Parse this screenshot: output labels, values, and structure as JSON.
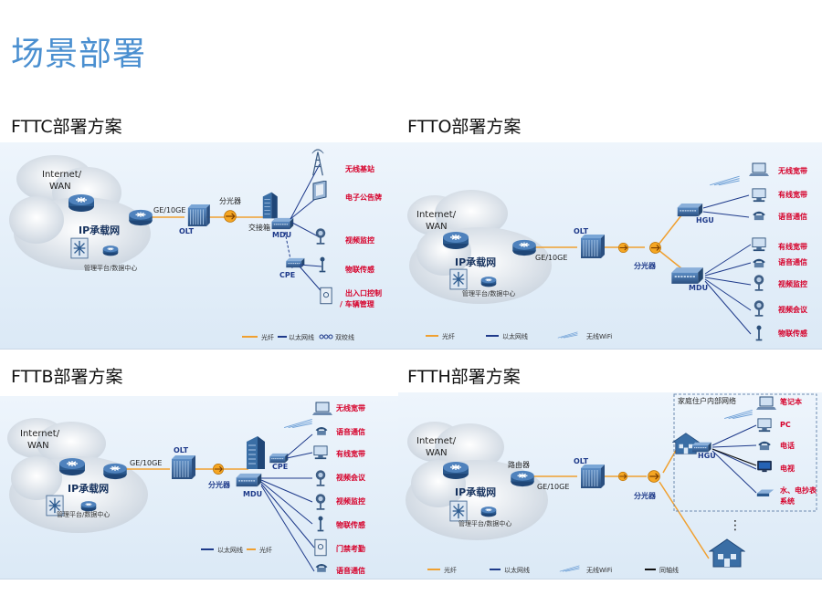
{
  "title": "场景部署",
  "colors": {
    "title": "#4a8fd0",
    "fiber": "#f0a030",
    "ethernet": "#1e3a8a",
    "label_red": "#d6002a",
    "router": "#2b5a8f",
    "device": "#3a6ea5"
  },
  "common": {
    "cloud_top": "Internet/",
    "cloud_bottom": "WAN",
    "ip_network": "IP承载网",
    "mgmt": "管理平台/数据中心",
    "olt": "OLT",
    "ge": "GE/10GE",
    "splitter": "分光器",
    "mdu": "MDU",
    "hgu": "HGU",
    "cpe": "CPE"
  },
  "fttc": {
    "title": "FTTC部署方案",
    "cabinet": "交接箱",
    "services": [
      "无线基站",
      "电子公告牌",
      "视频监控",
      "物联传感",
      "出入口控制",
      "/ 车辆管理"
    ],
    "legend": [
      "光纤",
      "以太网线",
      "双绞线"
    ]
  },
  "ftto": {
    "title": "FTTO部署方案",
    "services_top": [
      "无线宽带",
      "有线宽带",
      "语音通信"
    ],
    "services_bottom": [
      "有线宽带",
      "语音通信",
      "视频监控",
      "视频会议",
      "物联传感"
    ],
    "legend": [
      "光纤",
      "以太网线",
      "无线WiFi"
    ]
  },
  "fttb": {
    "title": "FTTB部署方案",
    "services": [
      "无线宽带",
      "语音通信",
      "有线宽带",
      "视频会议",
      "视频监控",
      "物联传感",
      "门禁考勤",
      "语音通信"
    ],
    "legend": [
      "以太网线",
      "光纤"
    ]
  },
  "ftth": {
    "title": "FTTH部署方案",
    "router": "路由器",
    "home_network": "家庭住户内部网络",
    "services": [
      "笔记本",
      "PC",
      "电话",
      "电视",
      "水、电抄表",
      "系统"
    ],
    "dots": "⋮",
    "legend": [
      "光纤",
      "以太网线",
      "无线WiFi",
      "同轴线"
    ]
  }
}
